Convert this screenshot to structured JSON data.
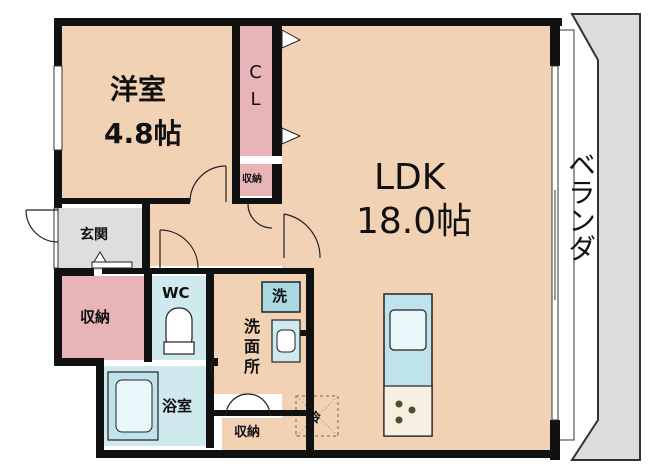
{
  "colors": {
    "wall": "#111111",
    "room_floor": "#f2d2b4",
    "storage_pink": "#e8b4b8",
    "bath_blue": "#cfe9ef",
    "wc_blue": "#cfe9ef",
    "entrance_gray": "#dedede",
    "veranda_gray": "#dcdcdc",
    "kitchen_blue": "#bfe3ec",
    "washer_blue": "#a9d8e3"
  },
  "rooms": {
    "western_name": "洋室",
    "western_size": "4.8帖",
    "closet": "CL",
    "closet_small": "収納",
    "ldk_name": "LDK",
    "ldk_size": "18.0帖",
    "veranda": "ベランダ",
    "entrance": "玄関",
    "storage_left": "収納",
    "wc": "WC",
    "washer": "洗",
    "washroom": "洗面所",
    "bath": "浴室",
    "storage_bottom": "収納",
    "fridge": "冷"
  }
}
